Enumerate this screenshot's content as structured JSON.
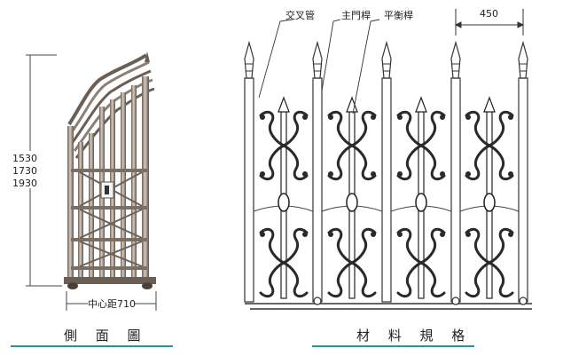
{
  "side_view": {
    "heights": [
      "1530",
      "1730",
      "1930"
    ],
    "center_distance": "中心距710",
    "caption": "側 面 圖"
  },
  "front_view": {
    "labels": {
      "cross_tube": "交叉管",
      "main_pole": "主門桿",
      "balance_rod": "平衡桿",
      "width": "450"
    },
    "caption": "材 料 規 格"
  },
  "colors": {
    "accent": "#2f8f9a",
    "metal_dark": "#5a4f45",
    "metal_light": "#c9bdb1",
    "line": "#333333"
  }
}
